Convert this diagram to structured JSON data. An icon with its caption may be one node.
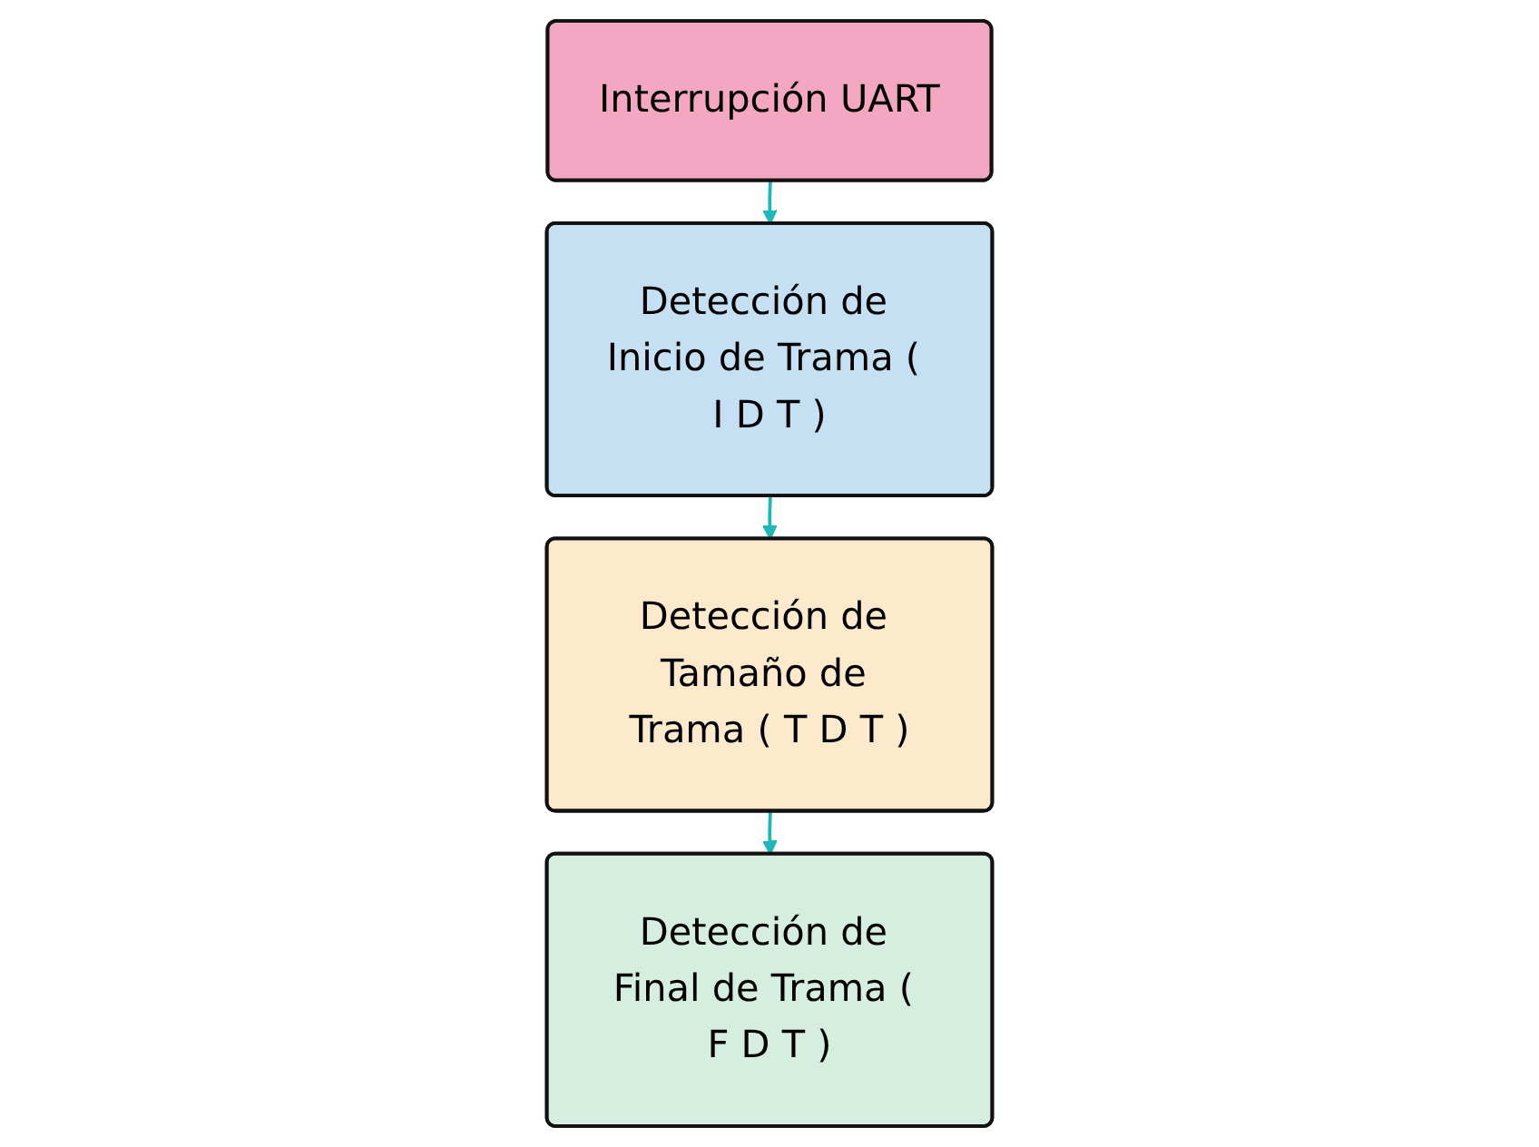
{
  "diagram": {
    "nodes": [
      {
        "text": [
          "Interrupción UART"
        ]
      },
      {
        "text": [
          "Detección de Inicio de Trama ( I D T )"
        ]
      },
      {
        "text": [
          "Detección de Tamaño de Trama ( T D T )"
        ]
      },
      {
        "text": [
          "Detección de Final de Trama ( F D T )"
        ]
      }
    ],
    "edges": [
      {
        "from": 0,
        "to": 1,
        "arrow": "to"
      },
      {
        "from": 1,
        "to": 2,
        "arrow": "to"
      },
      {
        "from": 2,
        "to": 3,
        "arrow": "to"
      }
    ]
  }
}
